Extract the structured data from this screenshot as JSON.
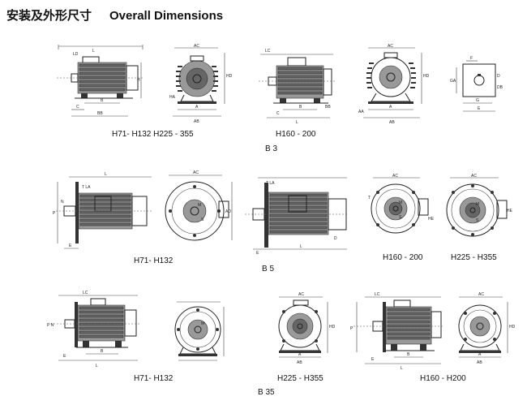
{
  "header": {
    "title_cn": "安装及外形尺寸",
    "title_en": "Overall Dimensions"
  },
  "sections": [
    {
      "name": "B 3",
      "captions": [
        "H71- H132  H225 - 355",
        "H160 - 200"
      ]
    },
    {
      "name": "B 5",
      "captions": [
        "H71- H132",
        "H160 - 200",
        "H225 - H355"
      ]
    },
    {
      "name": "B 35",
      "captions": [
        "H71- H132",
        "H225 - H355",
        "H160 - H200"
      ]
    }
  ],
  "dim_letters": [
    "LD",
    "L",
    "AC",
    "HD",
    "LC",
    "A",
    "B",
    "C",
    "AA",
    "AB",
    "HA",
    "BB",
    "AD",
    "F",
    "GA",
    "D",
    "DB",
    "G",
    "E",
    "M",
    "N",
    "P",
    "S",
    "T",
    "LA"
  ]
}
